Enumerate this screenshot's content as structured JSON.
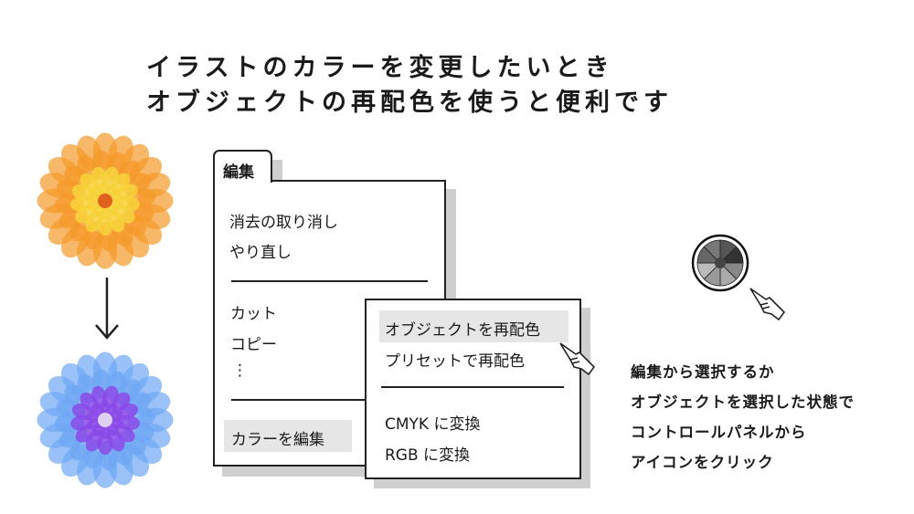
{
  "title": {
    "line1": "イラストのカラーを変更したいとき",
    "line2": "オブジェクトの再配色を使うと便利です"
  },
  "edit_menu": {
    "tab_label": "編集",
    "items": [
      "消去の取り消し",
      "やり直し",
      "カット",
      "コピー",
      "⋮",
      "カラーを編集"
    ]
  },
  "submenu": {
    "items": [
      "オブジェクトを再配色",
      "プリセットで再配色",
      "CMYK に変換",
      "RGB に変換"
    ]
  },
  "notes": [
    "編集から選択するか",
    "オブジェクトを選択した状態で",
    "コントロールパネルから",
    "アイコンをクリック"
  ],
  "colors": {
    "orange": "#f59a2a",
    "yellow": "#f7d23a",
    "blue": "#5a6cf0",
    "purple": "#8a4ae8",
    "highlight": "#e6e6e6"
  }
}
